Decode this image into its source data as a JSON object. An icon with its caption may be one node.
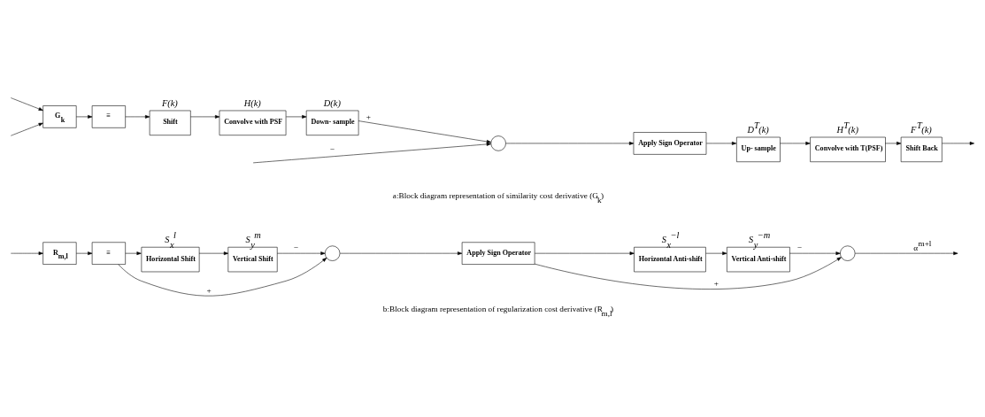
{
  "diagram": {
    "nodes": [
      {
        "text": [
          "G$_{k}$"
        ]
      },
      {
        "text": [
          "≡"
        ]
      },
      {
        "text": [
          "Shift"
        ],
        "beside": [
          "F(k)"
        ]
      },
      {
        "text": [
          "Convolve with PSF"
        ],
        "beside": [
          "H(k)"
        ]
      },
      {
        "text": [
          "Down- sample"
        ],
        "beside": [
          "D(k)"
        ]
      },
      {
        "text": [],
        "shape": "circle"
      },
      {
        "text": [
          "Apply Sign Operator"
        ]
      },
      {
        "text": [
          "Up- sample"
        ],
        "beside": [
          "D$^{T}$(k)"
        ]
      },
      {
        "text": [
          "Convolve with T(PSF)"
        ],
        "beside": [
          "H$^{T}$(k)"
        ]
      },
      {
        "text": [
          "Shift Back"
        ],
        "beside": [
          "F$^{T}$(k)"
        ]
      },
      {
        "text": [
          "R$_{m,l}$"
        ]
      },
      {
        "text": [
          "≡"
        ]
      },
      {
        "text": [
          "Horizontal Shift"
        ],
        "beside": [
          "S$_{x}$$^{l}$"
        ]
      },
      {
        "text": [
          "Vertical Shift"
        ],
        "beside": [
          "S$_{y}$$^{m}$"
        ]
      },
      {
        "text": [],
        "shape": "circle"
      },
      {
        "text": [
          "Apply Sign Operator"
        ]
      },
      {
        "text": [
          "Horizontal Anti-shift"
        ],
        "beside": [
          "S$_{x}$$^{−l}$"
        ]
      },
      {
        "text": [
          "Vertical Anti-shift"
        ],
        "beside": [
          "S$_{y}$$^{−m}$"
        ]
      },
      {
        "text": [],
        "shape": "circle"
      }
    ],
    "edges": [
      {
        "from": null,
        "to": 0,
        "arrow": "to"
      },
      {
        "from": null,
        "to": 0,
        "arrow": "to"
      },
      {
        "from": 0,
        "to": 1,
        "arrow": "to"
      },
      {
        "from": 1,
        "to": 2,
        "arrow": "to"
      },
      {
        "from": 2,
        "to": 3,
        "arrow": "to"
      },
      {
        "from": 3,
        "to": 4,
        "arrow": "to"
      },
      {
        "from": 4,
        "to": 5,
        "arrow": "to",
        "label": "+"
      },
      {
        "from": null,
        "to": 5,
        "arrow": "to",
        "label": "−"
      },
      {
        "from": 5,
        "to": 6,
        "arrow": "to"
      },
      {
        "from": 6,
        "to": 7,
        "arrow": "to"
      },
      {
        "from": 7,
        "to": 8,
        "arrow": "to"
      },
      {
        "from": 8,
        "to": 9,
        "arrow": "to"
      },
      {
        "from": 9,
        "to": null,
        "arrow": "to"
      },
      {
        "from": null,
        "to": 10,
        "arrow": "to"
      },
      {
        "from": 10,
        "to": 11,
        "arrow": "to"
      },
      {
        "from": 11,
        "to": 12,
        "arrow": "to"
      },
      {
        "from": 12,
        "to": 13,
        "arrow": "to"
      },
      {
        "from": 13,
        "to": 14,
        "arrow": "to",
        "label": "−"
      },
      {
        "from": 11,
        "to": 14,
        "arrow": "to",
        "label": "+"
      },
      {
        "from": 14,
        "to": 15,
        "arrow": "to"
      },
      {
        "from": 15,
        "to": 16,
        "arrow": "to"
      },
      {
        "from": 16,
        "to": 17,
        "arrow": "to"
      },
      {
        "from": 17,
        "to": 18,
        "arrow": "to",
        "label": "−"
      },
      {
        "from": 15,
        "to": 18,
        "arrow": "to",
        "label": "+"
      },
      {
        "from": 18,
        "to": null,
        "arrow": "to",
        "label": "α$^{m+l}$"
      }
    ],
    "labels": [
      "a:Block diagram representation of similarity cost derivative (G$_{k}$)",
      "b:Block diagram representation of regularization cost derivative (R$_{m,l}$)"
    ]
  }
}
